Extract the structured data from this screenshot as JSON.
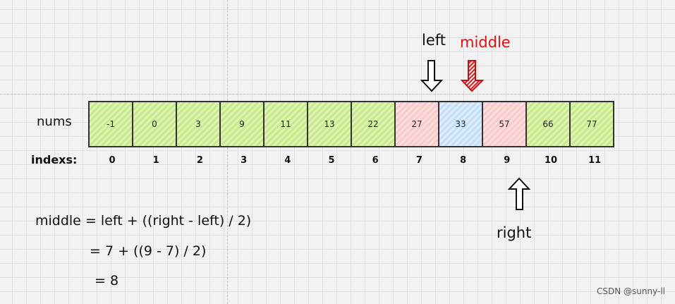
{
  "labels": {
    "nums": "nums",
    "indexs": "indexs:",
    "left": "left",
    "middle": "middle",
    "right": "right"
  },
  "cells": [
    {
      "value": "-1",
      "index": "0",
      "state": "green"
    },
    {
      "value": "0",
      "index": "1",
      "state": "green"
    },
    {
      "value": "3",
      "index": "2",
      "state": "green"
    },
    {
      "value": "9",
      "index": "3",
      "state": "green"
    },
    {
      "value": "11",
      "index": "4",
      "state": "green"
    },
    {
      "value": "13",
      "index": "5",
      "state": "green"
    },
    {
      "value": "22",
      "index": "6",
      "state": "green"
    },
    {
      "value": "27",
      "index": "7",
      "state": "red"
    },
    {
      "value": "33",
      "index": "8",
      "state": "blue"
    },
    {
      "value": "57",
      "index": "9",
      "state": "red"
    },
    {
      "value": "66",
      "index": "10",
      "state": "green"
    },
    {
      "value": "77",
      "index": "11",
      "state": "green"
    }
  ],
  "formula": [
    "middle = left + ((right - left) / 2)",
    "= 7 + ((9 - 7) / 2)",
    "= 8"
  ],
  "watermark": "CSDN @sunny-ll",
  "colors": {
    "middle": "#e01010"
  }
}
